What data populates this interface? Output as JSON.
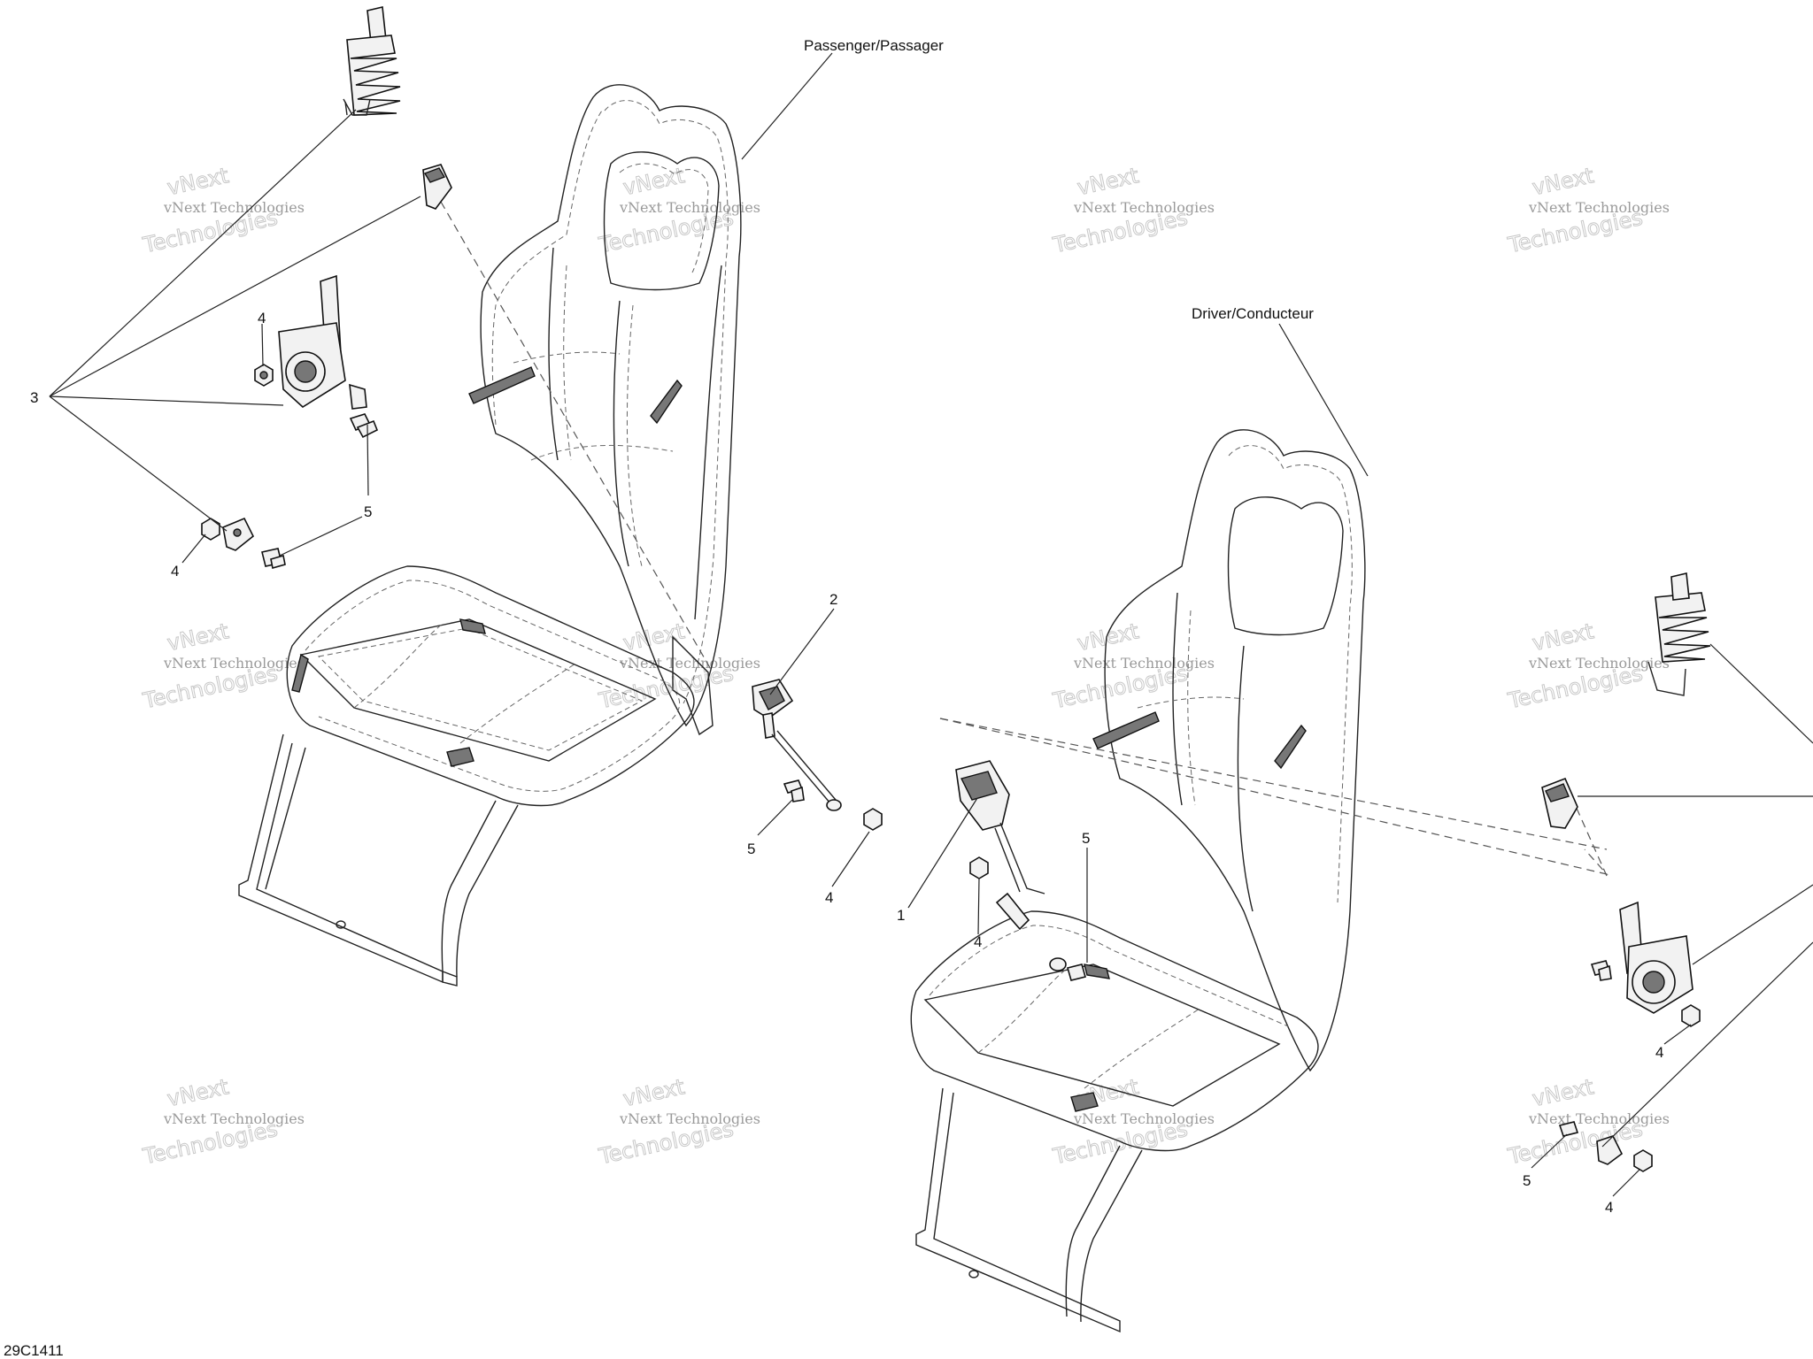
{
  "labels": {
    "passenger": "Passenger/Passager",
    "driver": "Driver/Conducteur",
    "figure_code": "29C1411"
  },
  "watermark": {
    "line1": "vNext Technologies",
    "line2": "Technologies",
    "line3": "vNext"
  },
  "callouts": {
    "c1": "1",
    "c2": "2",
    "c3": "3",
    "c4": "4",
    "c5": "5"
  }
}
